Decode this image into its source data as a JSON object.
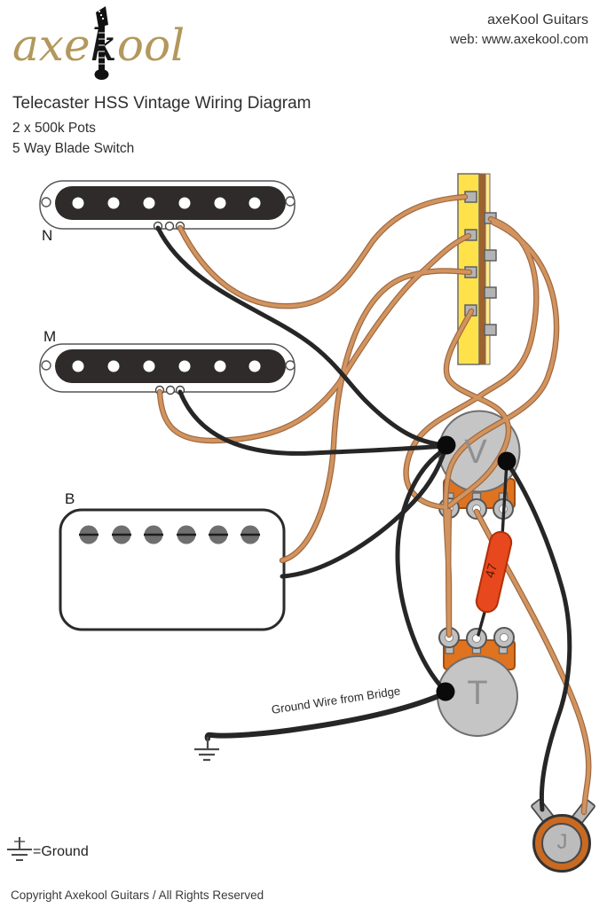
{
  "header": {
    "logo": {
      "part1": "axe",
      "part2": "k",
      "part3": "ool"
    },
    "company_name": "axeKool Guitars",
    "website": "web: www.axekool.com"
  },
  "title_block": {
    "title": "Telecaster HSS Vintage Wiring Diagram",
    "subtitle1": "2 x 500k Pots",
    "subtitle2": "5 Way Blade Switch"
  },
  "diagram": {
    "pickup_neck_label": "N",
    "pickup_middle_label": "M",
    "pickup_bridge_label": "B",
    "volume_pot_label": "V",
    "tone_pot_label": "T",
    "jack_label": "J",
    "capacitor_value": "47",
    "ground_wire_label": "Ground Wire from Bridge",
    "legend_ground": "=Ground"
  },
  "footer": {
    "copyright": "Copyright Axekool Guitars / All Rights Reserved"
  },
  "colors": {
    "wire_orange": "#cc8a5c",
    "wire_orange_outline": "#9e6840",
    "wire_black": "#262626",
    "switch_yellow": "#ffe14a",
    "switch_brown": "#a0622d",
    "pot_gray": "#c5c5c5",
    "pot_base_orange": "#e0731f",
    "capacitor_orange": "#e8481e",
    "jack_ring_orange": "#c96a22",
    "logo_gold": "#b2985c",
    "pickup_bar_dark": "#2f2b2b"
  }
}
